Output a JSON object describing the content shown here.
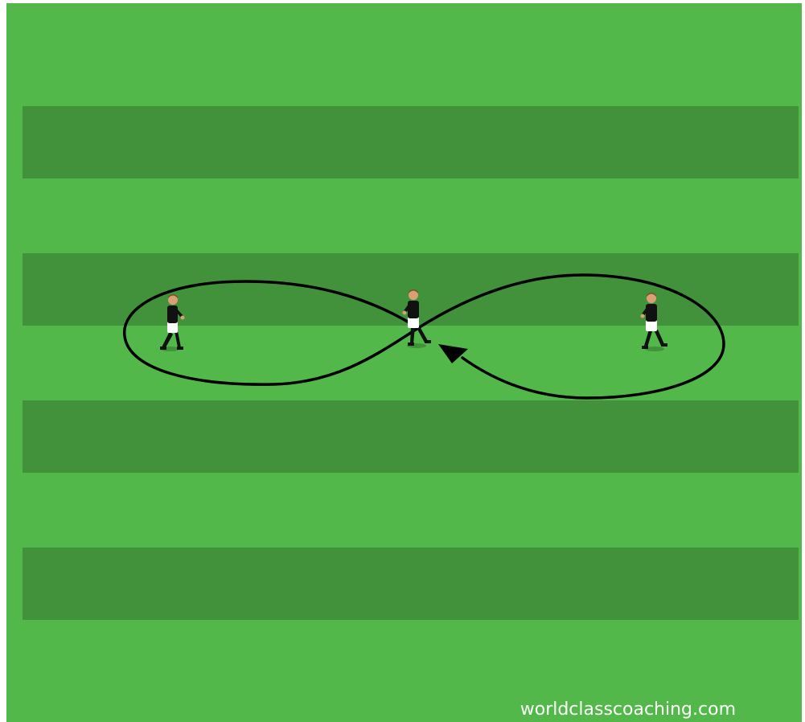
{
  "diagram": {
    "watermark": "worldclasscoaching.com",
    "colors": {
      "frame": "#ffffff",
      "grass_light": "#52b84a",
      "grass_dark": "#41923a",
      "path": "#000000",
      "shirt": "#111111",
      "shorts": "#ffffff",
      "skin": "#d9a077",
      "hair": "#7a4a2a",
      "boots": "#111111"
    },
    "drill": {
      "path_shape": "figure-eight",
      "arrow_direction": "toward-center-from-right"
    },
    "players": [
      {
        "id": "player-left",
        "role": "left-cone-player"
      },
      {
        "id": "player-center",
        "role": "center-player"
      },
      {
        "id": "player-right",
        "role": "right-cone-player"
      }
    ]
  }
}
